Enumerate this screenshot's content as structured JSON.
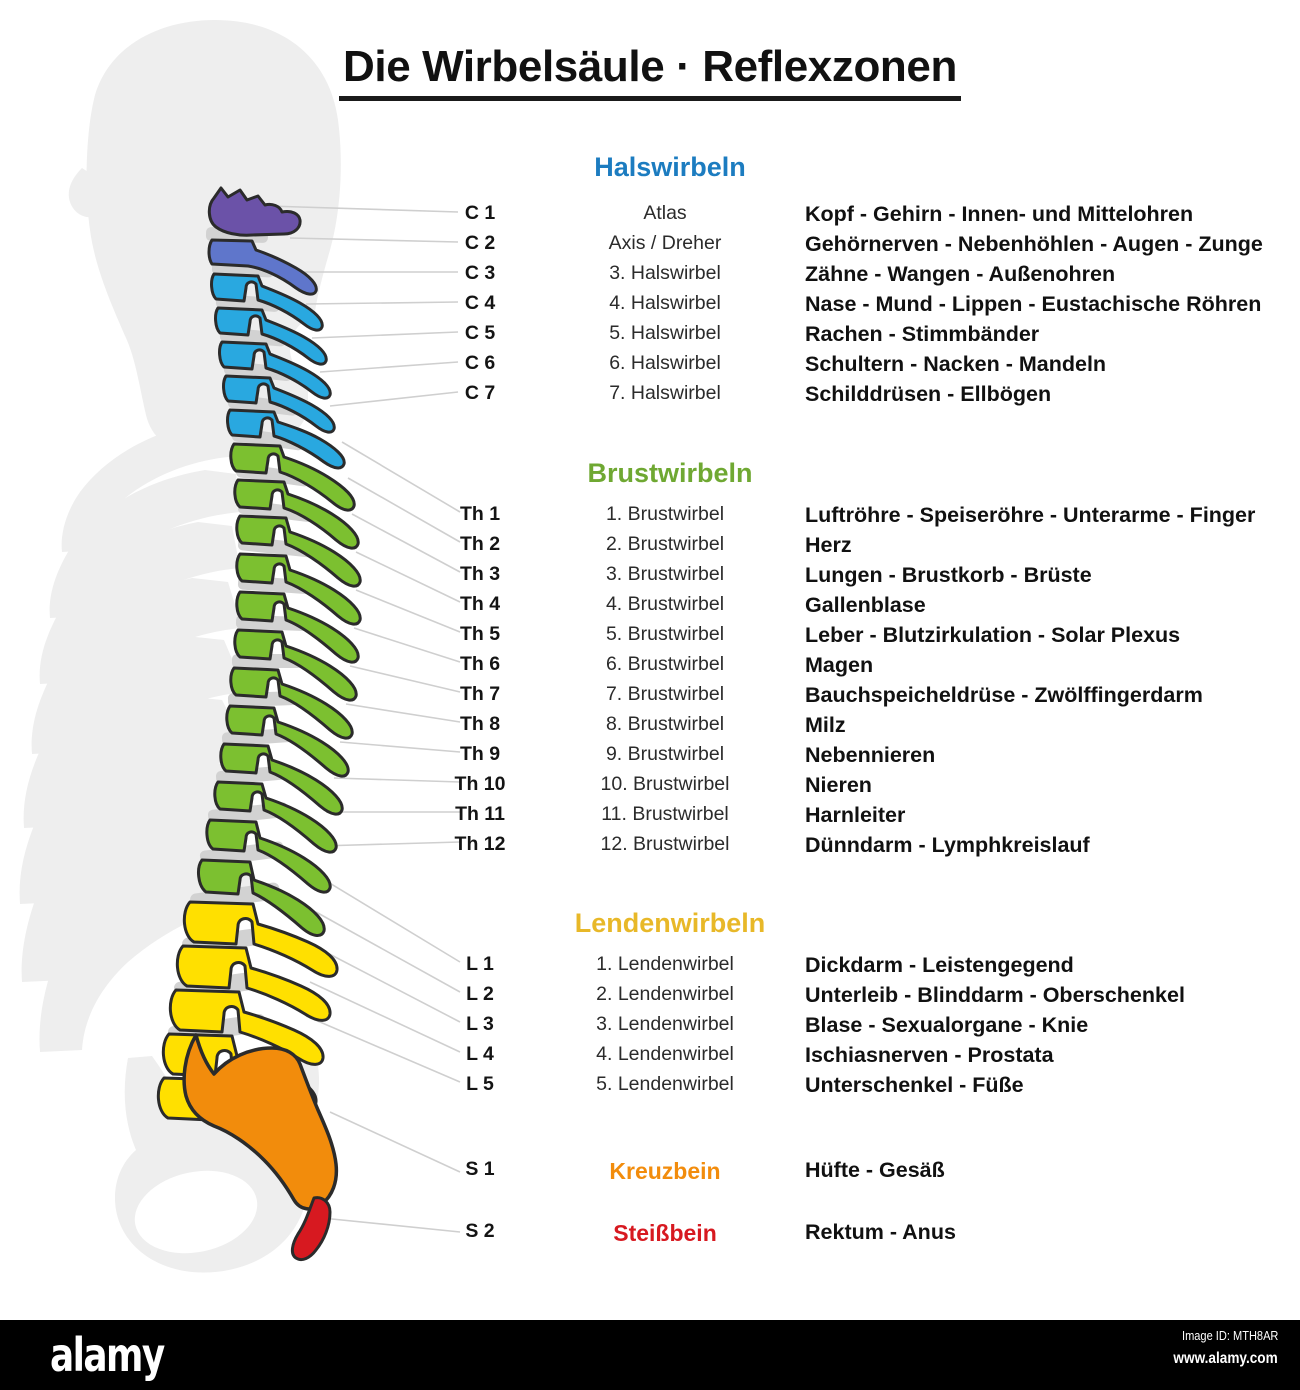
{
  "title": "Die Wirbelsäule · Reflexzonen",
  "colors": {
    "cervical": "#1c7cc0",
    "thoracic": "#6fa832",
    "lumbar": "#e8b828",
    "sacrum": "#f28c0c",
    "coccyx": "#d71920",
    "atlas": "#6b52a8",
    "axis": "#5f76cb",
    "cervical_bone": "#29a8e0",
    "thoracic_bone": "#7cc030",
    "lumbar_bone": "#ffe000",
    "silhouette": "#eeeeee",
    "leader_line": "#cfcfcf",
    "text_dark": "#111111"
  },
  "sections": [
    {
      "heading": "Halswirbeln",
      "color_key": "cervical",
      "rows": [
        {
          "code": "C 1",
          "name": "Atlas",
          "desc": "Kopf - Gehirn - Innen- und Mittelohren"
        },
        {
          "code": "C 2",
          "name": "Axis / Dreher",
          "desc": "Gehörnerven - Nebenhöhlen - Augen - Zunge"
        },
        {
          "code": "C 3",
          "name": "3. Halswirbel",
          "desc": "Zähne - Wangen - Außenohren"
        },
        {
          "code": "C 4",
          "name": "4. Halswirbel",
          "desc": "Nase - Mund - Lippen - Eustachische Röhren"
        },
        {
          "code": "C 5",
          "name": "5. Halswirbel",
          "desc": "Rachen - Stimmbänder"
        },
        {
          "code": "C 6",
          "name": "6. Halswirbel",
          "desc": "Schultern - Nacken - Mandeln"
        },
        {
          "code": "C 7",
          "name": "7. Halswirbel",
          "desc": "Schilddrüsen - Ellbögen"
        }
      ]
    },
    {
      "heading": "Brustwirbeln",
      "color_key": "thoracic",
      "rows": [
        {
          "code": "Th 1",
          "name": "1. Brustwirbel",
          "desc": "Luftröhre - Speiseröhre - Unterarme - Finger"
        },
        {
          "code": "Th 2",
          "name": "2. Brustwirbel",
          "desc": "Herz"
        },
        {
          "code": "Th 3",
          "name": "3. Brustwirbel",
          "desc": "Lungen - Brustkorb - Brüste"
        },
        {
          "code": "Th 4",
          "name": "4. Brustwirbel",
          "desc": "Gallenblase"
        },
        {
          "code": "Th 5",
          "name": "5. Brustwirbel",
          "desc": "Leber - Blutzirkulation - Solar Plexus"
        },
        {
          "code": "Th 6",
          "name": "6. Brustwirbel",
          "desc": "Magen"
        },
        {
          "code": "Th 7",
          "name": "7. Brustwirbel",
          "desc": "Bauchspeicheldrüse - Zwölffingerdarm"
        },
        {
          "code": "Th 8",
          "name": "8. Brustwirbel",
          "desc": "Milz"
        },
        {
          "code": "Th 9",
          "name": "9. Brustwirbel",
          "desc": "Nebennieren"
        },
        {
          "code": "Th 10",
          "name": "10. Brustwirbel",
          "desc": "Nieren"
        },
        {
          "code": "Th 11",
          "name": "11. Brustwirbel",
          "desc": "Harnleiter"
        },
        {
          "code": "Th 12",
          "name": "12. Brustwirbel",
          "desc": "Dünndarm - Lymphkreislauf"
        }
      ]
    },
    {
      "heading": "Lendenwirbeln",
      "color_key": "lumbar",
      "rows": [
        {
          "code": "L 1",
          "name": "1. Lendenwirbel",
          "desc": "Dickdarm - Leistengegend"
        },
        {
          "code": "L 2",
          "name": "2. Lendenwirbel",
          "desc": "Unterleib - Blinddarm - Oberschenkel"
        },
        {
          "code": "L 3",
          "name": "3. Lendenwirbel",
          "desc": "Blase - Sexualorgane - Knie"
        },
        {
          "code": "L 4",
          "name": "4. Lendenwirbel",
          "desc": "Ischiasnerven - Prostata"
        },
        {
          "code": "L 5",
          "name": "5. Lendenwirbel",
          "desc": "Unterschenkel - Füße"
        }
      ]
    },
    {
      "heading": "",
      "color_key": "sacrum",
      "rows": [
        {
          "code": "S 1",
          "name": "Kreuzbein",
          "desc": "Hüfte - Gesäß",
          "name_color": "#f28c0c",
          "strong": true
        },
        {
          "code": "S 2",
          "name": "Steißbein",
          "desc": "Rektum - Anus",
          "name_color": "#d71920",
          "strong": true
        }
      ]
    }
  ],
  "footer": {
    "logo": "alamy",
    "image_id": "Image ID: MTH8AR",
    "url": "www.alamy.com"
  }
}
